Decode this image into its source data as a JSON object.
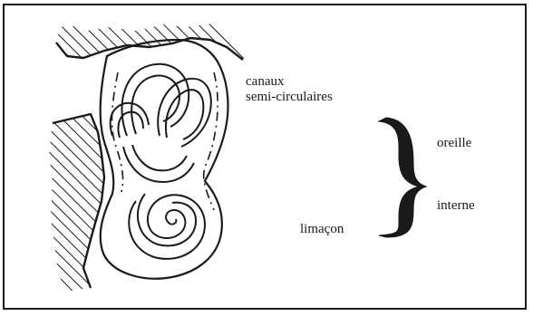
{
  "labels": {
    "canals_line1": "canaux",
    "canals_line2": "semi-circulaires",
    "cochlea": "limaçon",
    "ear_line1": "oreille",
    "ear_line2": "interne"
  },
  "colors": {
    "ink": "#1a1a1a",
    "background": "#ffffff"
  }
}
